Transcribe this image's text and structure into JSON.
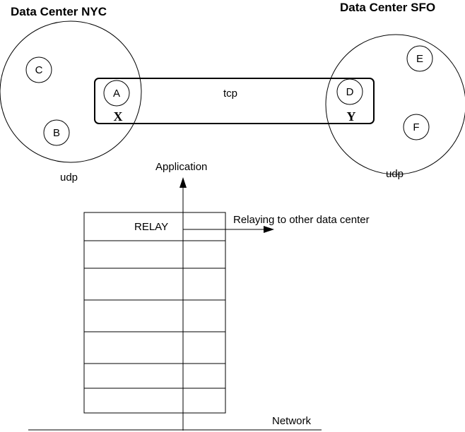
{
  "datacenters": {
    "left": {
      "title": "Data Center NYC",
      "protocol": "udp",
      "nodes": [
        "C",
        "A",
        "B"
      ],
      "gateway": "X"
    },
    "right": {
      "title": "Data Center SFO",
      "protocol": "udp",
      "nodes": [
        "E",
        "D",
        "F"
      ],
      "gateway": "Y"
    }
  },
  "link": {
    "label": "tcp"
  },
  "stack": {
    "top_label": "Application",
    "bottom_label": "Network",
    "relay_label": "RELAY",
    "relay_note": "Relaying to other data center"
  }
}
